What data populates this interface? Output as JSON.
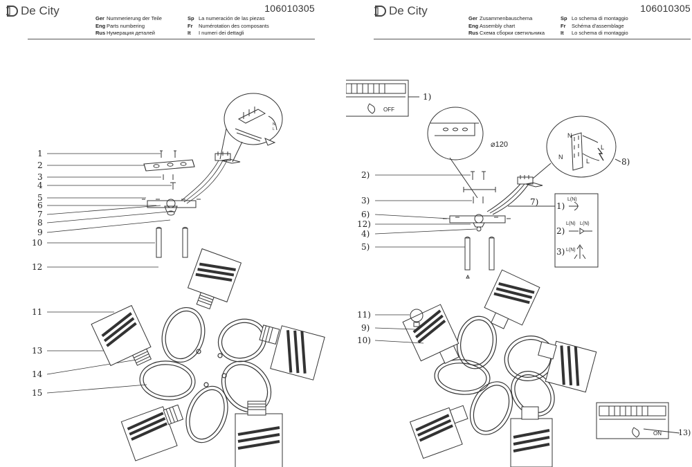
{
  "brand": {
    "name": "De City"
  },
  "doc_number": "106010305",
  "left_header": {
    "ger": {
      "code": "Ger",
      "text": "Nummerierung der Teile"
    },
    "eng": {
      "code": "Eng",
      "text": "Parts numbering"
    },
    "rus": {
      "code": "Rus",
      "text": "Нумерация деталей"
    },
    "sp": {
      "code": "Sp",
      "text": "La numeración de las piezas"
    },
    "fr": {
      "code": "Fr",
      "text": "Numérotation des composants"
    },
    "it": {
      "code": "It",
      "text": "I numeri dei dettagli"
    }
  },
  "right_header": {
    "ger": {
      "code": "Ger",
      "text": "Zusammenbauschema"
    },
    "eng": {
      "code": "Eng",
      "text": "Assembly chart"
    },
    "rus": {
      "code": "Rus",
      "text": "Схема сборки светильника"
    },
    "sp": {
      "code": "Sp",
      "text": "Lo schema di montaggio"
    },
    "fr": {
      "code": "Fr",
      "text": "Schéma d'assemblage"
    },
    "it": {
      "code": "It",
      "text": "Lo schema di montaggio"
    }
  },
  "left_labels": [
    "1",
    "2",
    "3",
    "4",
    "5",
    "6",
    "7",
    "8",
    "9",
    "10",
    "12",
    "11",
    "13",
    "14",
    "15"
  ],
  "right_labels": {
    "step1": "1)",
    "step2": "2)",
    "step3": "3)",
    "step4": "4)",
    "step5": "5)",
    "step6": "6)",
    "step7": "7)",
    "step8": "8)",
    "step9": "9)",
    "step10": "10)",
    "step11": "11)",
    "step12": "12)",
    "step13": "13)",
    "wire1": "1)",
    "wire2": "2)",
    "wire3": "3)"
  },
  "annotations": {
    "off": "OFF",
    "on": "ON",
    "diameter": "⌀120",
    "n1": "N",
    "n2": "N",
    "l1": "L",
    "l2": "L",
    "lo1": "L(N)",
    "lo2": "L(N)",
    "lo3": "L(N)",
    "lo4": "L(N)"
  }
}
